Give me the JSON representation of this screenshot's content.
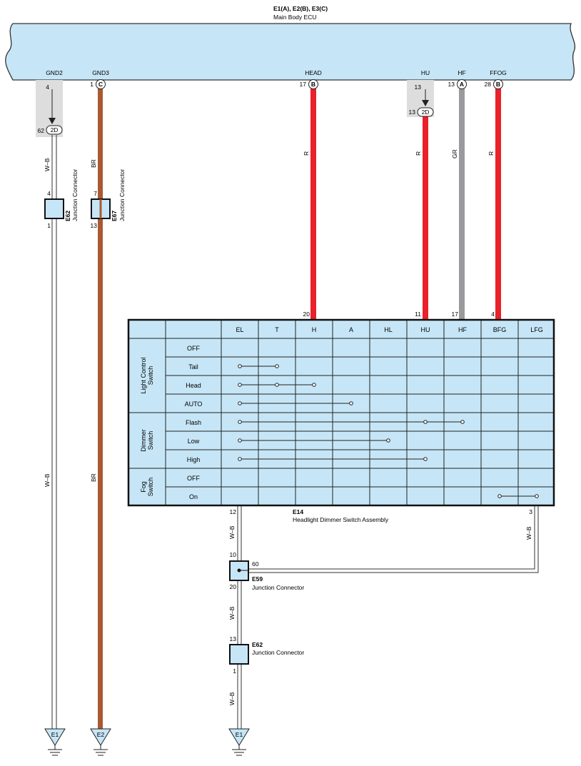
{
  "header": {
    "connector_ids": "E1(A), E2(B), E3(C)",
    "ecu_name": "Main Body ECU"
  },
  "ecu_terminals": [
    {
      "name": "GND2",
      "pin": "4",
      "letter": ""
    },
    {
      "name": "GND3",
      "pin": "1",
      "letter": "C"
    },
    {
      "name": "HEAD",
      "pin": "17",
      "letter": "B"
    },
    {
      "name": "HU",
      "pin": "13",
      "letter": ""
    },
    {
      "name": "HF",
      "pin": "13",
      "letter": "A"
    },
    {
      "name": "FFOG",
      "pin": "28",
      "letter": "B"
    }
  ],
  "inline_connectors": {
    "gnd2": {
      "pin": "62",
      "label": "2D"
    },
    "hu": {
      "pin": "13",
      "label": "2D"
    }
  },
  "wires": {
    "gnd2_upper": "W–B",
    "gnd2_lower": "W–B",
    "gnd3_upper": "BR",
    "gnd3_lower": "BR",
    "head": "R",
    "hu": "R",
    "hf": "GR",
    "ffog": "R",
    "el_1": "W–B",
    "el_2": "W–B",
    "el_3": "W–B",
    "lfg": "W–B"
  },
  "junctions": {
    "e62_left": {
      "id": "E62",
      "desc": "Junction Connector",
      "pin_top": "4",
      "pin_bottom": "1"
    },
    "e67": {
      "id": "E67",
      "desc": "Junction Connector",
      "pin_top": "7",
      "pin_bottom": "13"
    },
    "e59": {
      "id": "E59",
      "desc": "Junction Connector",
      "pin_top": "10",
      "pin_right": "60",
      "pin_bottom": "20"
    },
    "e62_bottom": {
      "id": "E62",
      "desc": "Junction Connector",
      "pin_top": "13",
      "pin_bottom": "1"
    }
  },
  "switch_assembly": {
    "id": "E14",
    "name": "Headlight Dimmer Switch Assembly",
    "top_pins": {
      "head": "20",
      "hu": "11",
      "hf": "17",
      "ffog": "4"
    },
    "bottom_pins": {
      "el": "12",
      "lfg": "3"
    },
    "columns": [
      "EL",
      "T",
      "H",
      "A",
      "HL",
      "HU",
      "HF",
      "BFG",
      "LFG"
    ],
    "groups": [
      {
        "name_line1": "Light Control",
        "name_line2": "Switch",
        "rows": [
          "OFF",
          "Tail",
          "Head",
          "AUTO"
        ]
      },
      {
        "name_line1": "Dimmer",
        "name_line2": "Switch",
        "rows": [
          "Flash",
          "Low",
          "High"
        ]
      },
      {
        "name_line1": "Fog",
        "name_line2": "Switch",
        "rows": [
          "OFF",
          "On"
        ]
      }
    ],
    "continuity": [
      {
        "row": "Tail",
        "cols": [
          "EL",
          "T"
        ]
      },
      {
        "row": "Head",
        "cols": [
          "EL",
          "T",
          "H"
        ]
      },
      {
        "row": "AUTO",
        "cols": [
          "EL",
          "A"
        ]
      },
      {
        "row": "Flash",
        "cols": [
          "EL",
          "HU",
          "HF"
        ]
      },
      {
        "row": "Low",
        "cols": [
          "EL",
          "HL"
        ]
      },
      {
        "row": "High",
        "cols": [
          "EL",
          "HU"
        ]
      },
      {
        "row": "On",
        "cols": [
          "BFG",
          "LFG"
        ]
      }
    ]
  },
  "grounds": [
    "E1",
    "E2",
    "E1"
  ]
}
